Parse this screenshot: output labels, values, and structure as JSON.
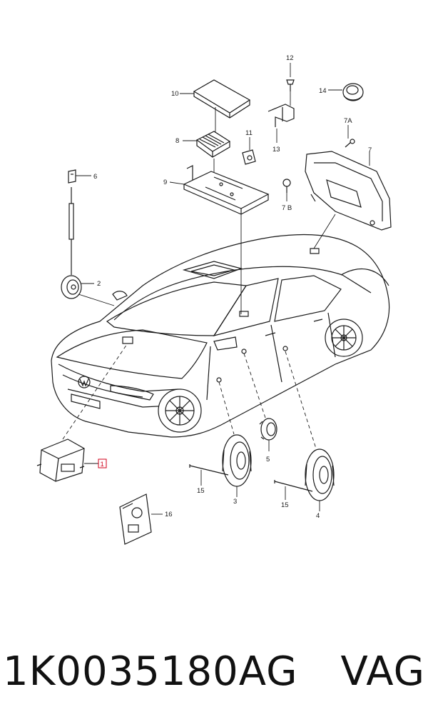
{
  "callouts": {
    "c1": "1",
    "c2": "2",
    "c3": "3",
    "c4": "4",
    "c5": "5",
    "c6": "6",
    "c7": "7",
    "c7a": "7A",
    "c7b": "7 B",
    "c8": "8",
    "c9": "9",
    "c10": "10",
    "c11": "11",
    "c12": "12",
    "c13": "13",
    "c14": "14",
    "c15a": "15",
    "c15b": "15",
    "c16": "16"
  },
  "caption": {
    "part_number": "1K0035180AG",
    "brand": "VAG"
  },
  "colors": {
    "highlight_callout": "#d0021b",
    "line": "#1a1a1a"
  }
}
